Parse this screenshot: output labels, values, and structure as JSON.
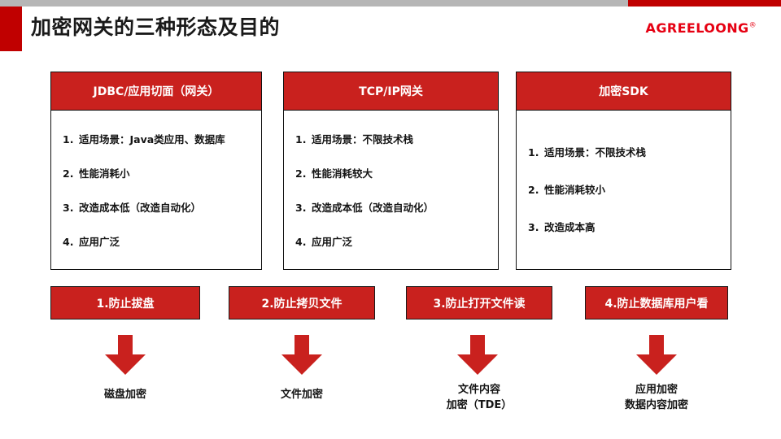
{
  "top_bar": {
    "gray_color": "#b6b6b6",
    "red_color": "#c00000"
  },
  "header": {
    "title": "加密网关的三种形态及目的",
    "accent_color": "#c00000",
    "brand": "AGREELOONG",
    "brand_mark": "®",
    "brand_color": "#e60012"
  },
  "cards": [
    {
      "title": "JDBC/应用切面（网关）",
      "items": [
        {
          "num": "1.",
          "text": "适用场景：Java类应用、数据库"
        },
        {
          "num": "2.",
          "text": "性能消耗小"
        },
        {
          "num": "3.",
          "text": "改造成本低（改造自动化）"
        },
        {
          "num": "4.",
          "text": "应用广泛"
        }
      ]
    },
    {
      "title": "TCP/IP网关",
      "items": [
        {
          "num": "1.",
          "text": "适用场景：不限技术栈"
        },
        {
          "num": "2.",
          "text": "性能消耗较大"
        },
        {
          "num": "3.",
          "text": "改造成本低（改造自动化）"
        },
        {
          "num": "4.",
          "text": "应用广泛"
        }
      ]
    },
    {
      "title": "加密SDK",
      "items": [
        {
          "num": "1.",
          "text": "适用场景：不限技术栈"
        },
        {
          "num": "2.",
          "text": "性能消耗较小"
        },
        {
          "num": "3.",
          "text": "改造成本高"
        }
      ]
    }
  ],
  "flow": {
    "accent_color": "#c9211e",
    "arrow_icon": "arrow-down-icon",
    "steps": [
      {
        "button": "1.防止拔盘",
        "label": "磁盘加密"
      },
      {
        "button": "2.防止拷贝文件",
        "label": "文件加密"
      },
      {
        "button": "3.防止打开文件读",
        "label": "文件内容\n加密（TDE）"
      },
      {
        "button": "4.防止数据库用户看",
        "label": "应用加密\n数据内容加密"
      }
    ]
  }
}
